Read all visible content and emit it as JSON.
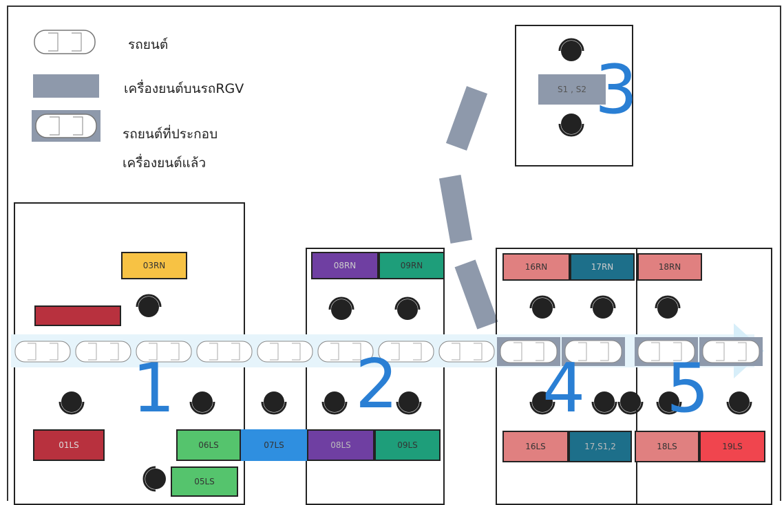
{
  "legend": {
    "car_label": "รถยนต์",
    "engine_rgv_label": "เครื่องยนต์บนรถRGV",
    "assembled_label_line1": "รถยนต์ที่ประกอบ",
    "assembled_label_line2": "เครื่องยนต์แล้ว"
  },
  "zones": {
    "z1": "1",
    "z2": "2",
    "z3": "3",
    "z4": "4",
    "z5": "5"
  },
  "stations": {
    "s03RN": "03RN",
    "s08RN": "08RN",
    "s09RN": "09RN",
    "s16RN": "16RN",
    "s17RN": "17RN",
    "s18RN": "18RN",
    "s01LS": "01LS",
    "s06LS": "06LS",
    "s07LS": "07LS",
    "s08LS": "08LS",
    "s09LS": "09LS",
    "s05LS": "05LS",
    "s16LS": "16LS",
    "s17S12": "17,S1,2",
    "s18LS": "18LS",
    "s19LS": "19LS",
    "s_S1S2": "S1 , S2"
  },
  "colors": {
    "yellow": "#f7c244",
    "red_dark": "#b8313e",
    "purple": "#6f3fa2",
    "teal": "#1e9e7a",
    "green": "#55c46d",
    "blue": "#2f8fe0",
    "pink": "#e08080",
    "deep_teal": "#1d6f8a",
    "bright_red": "#f0454e",
    "rgv_gray": "#8e99ab",
    "zone_blue": "#2a7fd4"
  }
}
